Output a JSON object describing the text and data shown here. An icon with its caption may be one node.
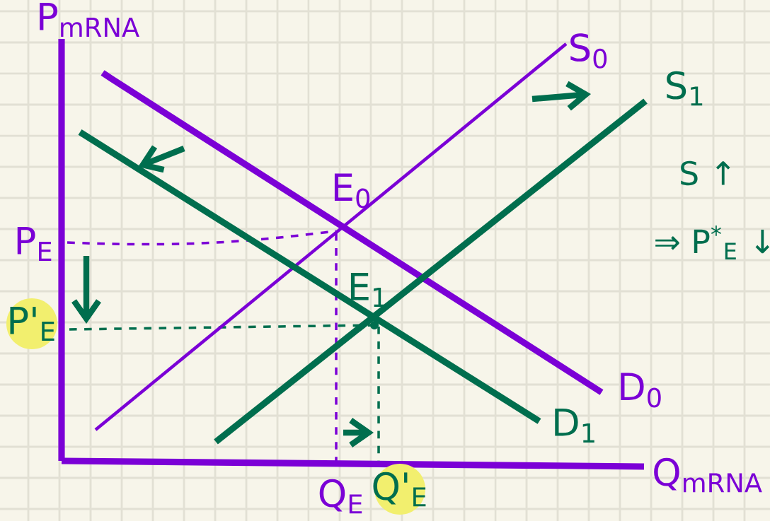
{
  "diagram": {
    "labels": [
      "P$_{mRNA}$",
      "S$_{0}$",
      "S$_{1}$",
      "S ↑",
      "E$_{0}$",
      "P$_{E}$",
      "⇒ P$^{*}$$_{E}$ ↓",
      "E$_{1}$",
      "P'$_{E}$",
      "D$_{0}$",
      "D$_{1}$",
      "Q$_{mRNA}$",
      "Q$_{E}$",
      "Q'$_{E}$"
    ]
  }
}
